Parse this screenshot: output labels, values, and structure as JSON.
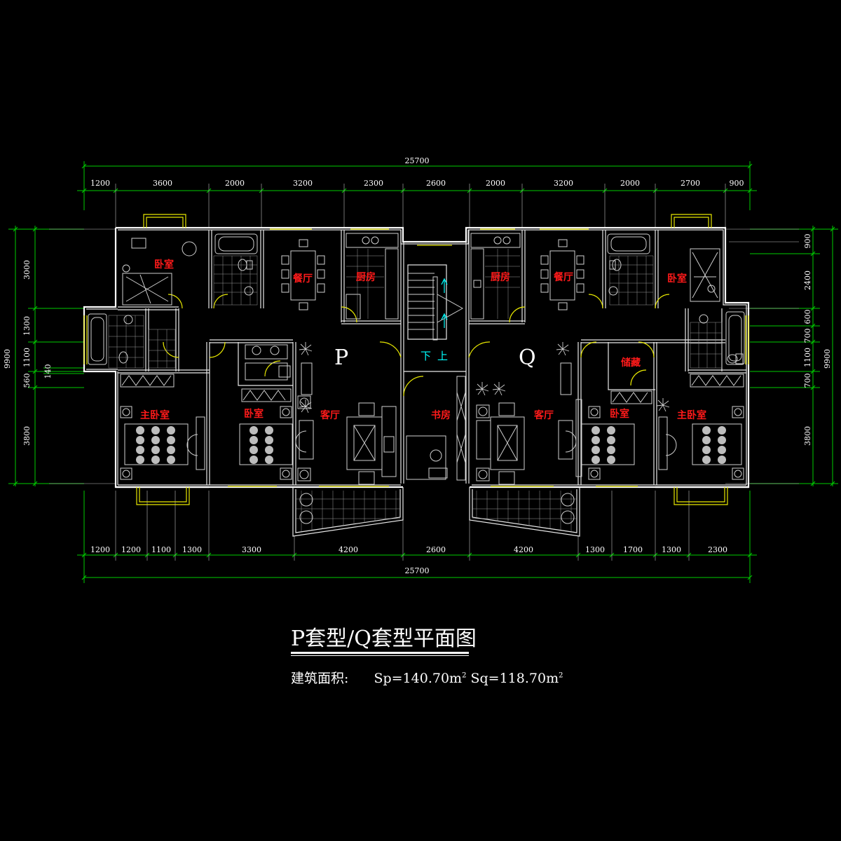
{
  "dimensions": {
    "total_top": "25700",
    "total_bottom": "25700",
    "top": [
      "1200",
      "3600",
      "2000",
      "3200",
      "2300",
      "2600",
      "2000",
      "3200",
      "2000",
      "2700",
      "900"
    ],
    "bottom": [
      "1200",
      "1200",
      "1100",
      "1300",
      "3300",
      "4200",
      "2600",
      "4200",
      "1300",
      "1700",
      "1300",
      "2300"
    ],
    "left_total": "9900",
    "left": [
      "3000",
      "1300",
      "1100",
      "560",
      "3800"
    ],
    "left_extra": "140",
    "right_total": "9900",
    "right": [
      "900",
      "2400",
      "700",
      "600",
      "1100",
      "700",
      "3800"
    ]
  },
  "rooms": {
    "p_bedroom_nw": "卧室",
    "p_dining": "餐厅",
    "p_kitchen": "厨房",
    "q_kitchen": "厨房",
    "q_dining": "餐厅",
    "q_bedroom_ne": "卧室",
    "storage": "储藏",
    "p_master": "主卧室",
    "p_bedroom": "卧室",
    "p_living": "客厅",
    "study": "书房",
    "q_living": "客厅",
    "q_bedroom": "卧室",
    "q_master": "主卧室"
  },
  "units": {
    "p": "P",
    "q": "Q"
  },
  "stair": {
    "down": "下",
    "up": "上"
  },
  "caption": {
    "title": "P套型/Q套型平面图",
    "area_label": "建筑面积:",
    "sp": "Sp=140.70m",
    "sq": "Sq=118.70m",
    "sup": "2"
  },
  "colors": {
    "background": "#000000",
    "dimension": "#00cc00",
    "room_label": "#ff1a1a",
    "window": "#e6e600",
    "stair_label": "#00ffff"
  }
}
